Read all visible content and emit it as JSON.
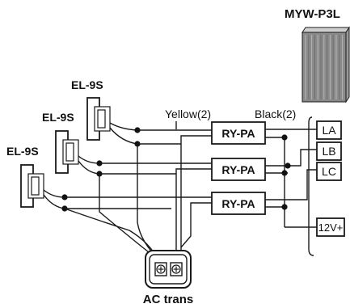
{
  "title": "MYW-P3L",
  "sensors": [
    {
      "label": "EL-9S"
    },
    {
      "label": "EL-9S"
    },
    {
      "label": "EL-9S"
    }
  ],
  "wire_labels": {
    "yellow": "Yellow(2)",
    "black": "Black(2)"
  },
  "relays": [
    {
      "label": "RY-PA"
    },
    {
      "label": "RY-PA"
    },
    {
      "label": "RY-PA"
    }
  ],
  "terminals": [
    {
      "label": "LA"
    },
    {
      "label": "LB"
    },
    {
      "label": "LC"
    },
    {
      "label": "12V+"
    }
  ],
  "transformer": {
    "label": "AC trans"
  },
  "colors": {
    "line": "#1a1a1a",
    "background": "#ffffff"
  }
}
